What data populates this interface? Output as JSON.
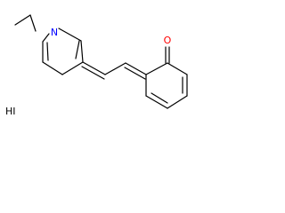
{
  "molecule": {
    "atoms": {
      "nitrogen": {
        "symbol": "N",
        "color": "#0000ff"
      },
      "oxygen": {
        "symbol": "O",
        "color": "#ff0000"
      }
    },
    "counter_ion": "HI"
  }
}
